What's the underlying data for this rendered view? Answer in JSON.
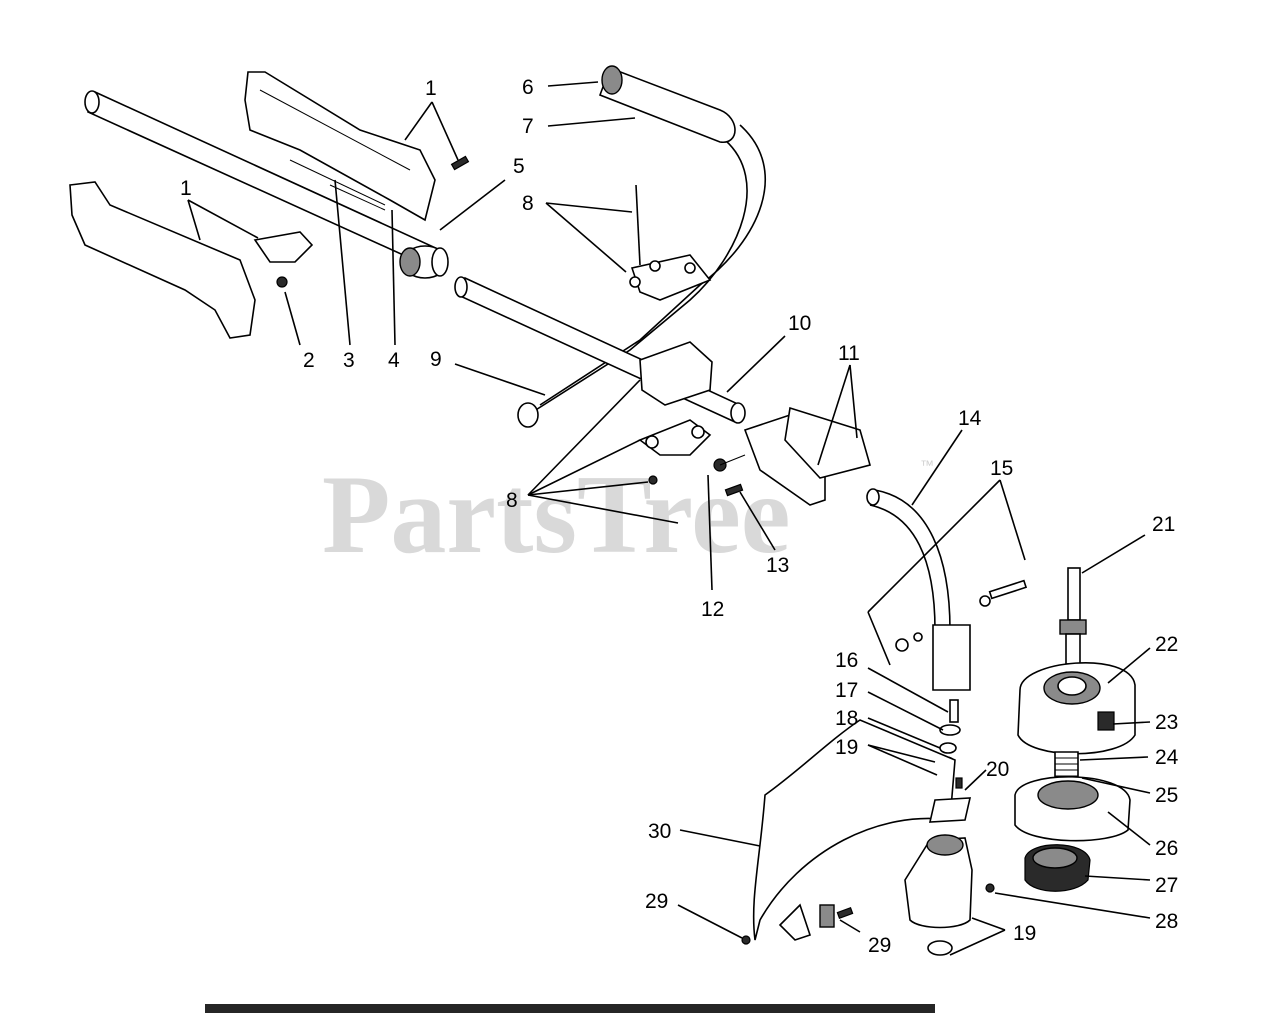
{
  "watermark": {
    "text": "PartsTree",
    "trademark": "™"
  },
  "callouts": [
    {
      "id": "c1a",
      "label": "1"
    },
    {
      "id": "c1b",
      "label": "1"
    },
    {
      "id": "c2",
      "label": "2"
    },
    {
      "id": "c3",
      "label": "3"
    },
    {
      "id": "c4",
      "label": "4"
    },
    {
      "id": "c5",
      "label": "5"
    },
    {
      "id": "c6",
      "label": "6"
    },
    {
      "id": "c7",
      "label": "7"
    },
    {
      "id": "c8a",
      "label": "8"
    },
    {
      "id": "c8b",
      "label": "8"
    },
    {
      "id": "c9",
      "label": "9"
    },
    {
      "id": "c10",
      "label": "10"
    },
    {
      "id": "c11",
      "label": "11"
    },
    {
      "id": "c12",
      "label": "12"
    },
    {
      "id": "c13",
      "label": "13"
    },
    {
      "id": "c14",
      "label": "14"
    },
    {
      "id": "c15",
      "label": "15"
    },
    {
      "id": "c16",
      "label": "16"
    },
    {
      "id": "c17",
      "label": "17"
    },
    {
      "id": "c18",
      "label": "18"
    },
    {
      "id": "c19a",
      "label": "19"
    },
    {
      "id": "c19b",
      "label": "19"
    },
    {
      "id": "c20",
      "label": "20"
    },
    {
      "id": "c21",
      "label": "21"
    },
    {
      "id": "c22",
      "label": "22"
    },
    {
      "id": "c23",
      "label": "23"
    },
    {
      "id": "c24",
      "label": "24"
    },
    {
      "id": "c25",
      "label": "25"
    },
    {
      "id": "c26",
      "label": "26"
    },
    {
      "id": "c27",
      "label": "27"
    },
    {
      "id": "c28",
      "label": "28"
    },
    {
      "id": "c29a",
      "label": "29"
    },
    {
      "id": "c29b",
      "label": "29"
    },
    {
      "id": "c30",
      "label": "30"
    }
  ]
}
